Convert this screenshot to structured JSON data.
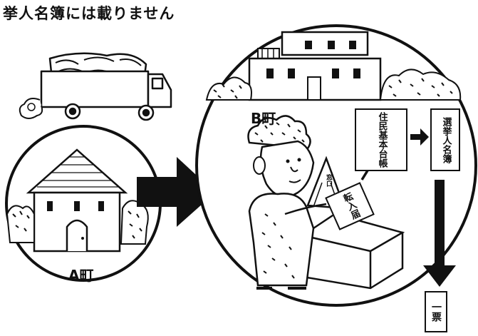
{
  "caption": "挙人名簿には載りません",
  "town_a": {
    "label": "A町"
  },
  "town_b": {
    "label": "B町"
  },
  "documents": {
    "move_in_notice": "転入届",
    "resident_register": "住民基本台帳",
    "voter_list": "選挙人名簿",
    "ballot": "一票"
  },
  "sign": {
    "text": "窓口"
  },
  "colors": {
    "ink": "#111111",
    "paper": "#ffffff"
  }
}
